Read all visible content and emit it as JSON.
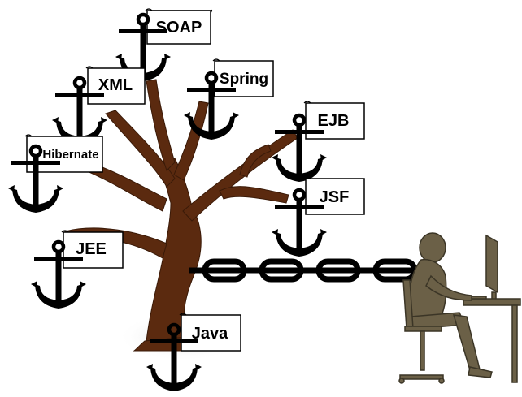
{
  "labels": {
    "soap": "SOAP",
    "xml": "XML",
    "spring": "Spring",
    "ejb": "EJB",
    "hibernate": "Hibernate",
    "jsf": "JSF",
    "jee": "JEE",
    "java": "Java"
  },
  "colors": {
    "tree": "#5b2a0f",
    "chain": "#000000",
    "anchor": "#000000",
    "person": "#6b6047",
    "scroll_fill": "#ffffff",
    "scroll_stroke": "#000000"
  },
  "icons": {
    "anchor": "anchor-icon",
    "chain": "chain-icon",
    "person": "person-at-computer-icon",
    "tree": "tree-icon",
    "scroll": "scroll-sign-icon"
  }
}
